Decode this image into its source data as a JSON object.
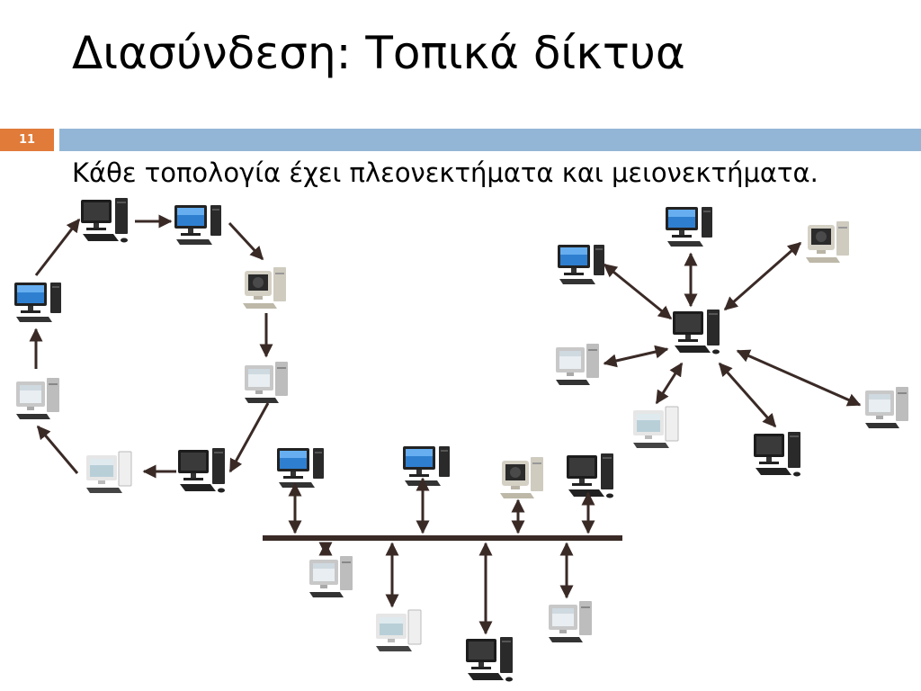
{
  "slide": {
    "title": "Διασύνδεση: Τοπικά δίκτυα",
    "number": "11",
    "body": "Κάθε τοπολογία έχει πλεονεκτήματα και μειονεκτήματα."
  },
  "colors": {
    "accent_orange": "#e07b39",
    "accent_blue": "#94b6d6",
    "arrow": "#3a2a26"
  },
  "topologies": {
    "ring": {
      "nodes": [
        {
          "id": "r1",
          "icon": "dark-computer-icon"
        },
        {
          "id": "r2",
          "icon": "blue-screen-computer-icon"
        },
        {
          "id": "r3",
          "icon": "beige-computer-icon"
        },
        {
          "id": "r4",
          "icon": "grey-computer-icon"
        },
        {
          "id": "r5",
          "icon": "dark-computer-icon"
        },
        {
          "id": "r6",
          "icon": "white-computer-icon"
        },
        {
          "id": "r7",
          "icon": "grey-computer-icon"
        },
        {
          "id": "r8",
          "icon": "blue-screen-computer-icon"
        }
      ]
    },
    "star": {
      "hub": {
        "id": "s0",
        "icon": "dark-computer-icon"
      },
      "nodes": [
        {
          "id": "s1",
          "icon": "blue-screen-computer-icon"
        },
        {
          "id": "s2",
          "icon": "blue-screen-computer-icon"
        },
        {
          "id": "s3",
          "icon": "beige-computer-icon"
        },
        {
          "id": "s4",
          "icon": "grey-computer-icon"
        },
        {
          "id": "s5",
          "icon": "white-computer-icon"
        },
        {
          "id": "s6",
          "icon": "dark-computer-icon"
        },
        {
          "id": "s7",
          "icon": "grey-computer-icon"
        }
      ]
    },
    "bus": {
      "nodes": [
        {
          "id": "b1",
          "icon": "blue-screen-computer-icon"
        },
        {
          "id": "b2",
          "icon": "blue-screen-computer-icon"
        },
        {
          "id": "b3",
          "icon": "beige-computer-icon"
        },
        {
          "id": "b4",
          "icon": "dark-computer-icon"
        },
        {
          "id": "b5",
          "icon": "grey-computer-icon"
        },
        {
          "id": "b6",
          "icon": "white-computer-icon"
        },
        {
          "id": "b7",
          "icon": "dark-computer-icon"
        },
        {
          "id": "b8",
          "icon": "grey-computer-icon"
        }
      ]
    }
  }
}
